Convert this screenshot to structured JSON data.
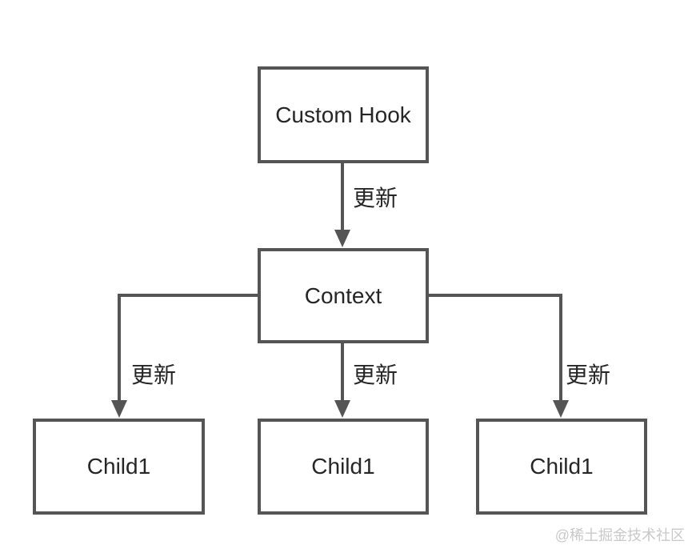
{
  "diagram": {
    "nodes": {
      "custom_hook": {
        "label": "Custom Hook"
      },
      "context": {
        "label": "Context"
      },
      "child_left": {
        "label": "Child1"
      },
      "child_middle": {
        "label": "Child1"
      },
      "child_right": {
        "label": "Child1"
      }
    },
    "edges": {
      "hook_to_context": {
        "label": "更新"
      },
      "context_to_child_left": {
        "label": "更新"
      },
      "context_to_child_middle": {
        "label": "更新"
      },
      "context_to_child_right": {
        "label": "更新"
      }
    },
    "colors": {
      "stroke": "#555555",
      "node_fill": "#ffffff",
      "text": "#262626",
      "watermark": "#c9c9c9",
      "background": "#ffffff"
    }
  },
  "watermark": {
    "text": "@稀土掘金技术社区"
  }
}
